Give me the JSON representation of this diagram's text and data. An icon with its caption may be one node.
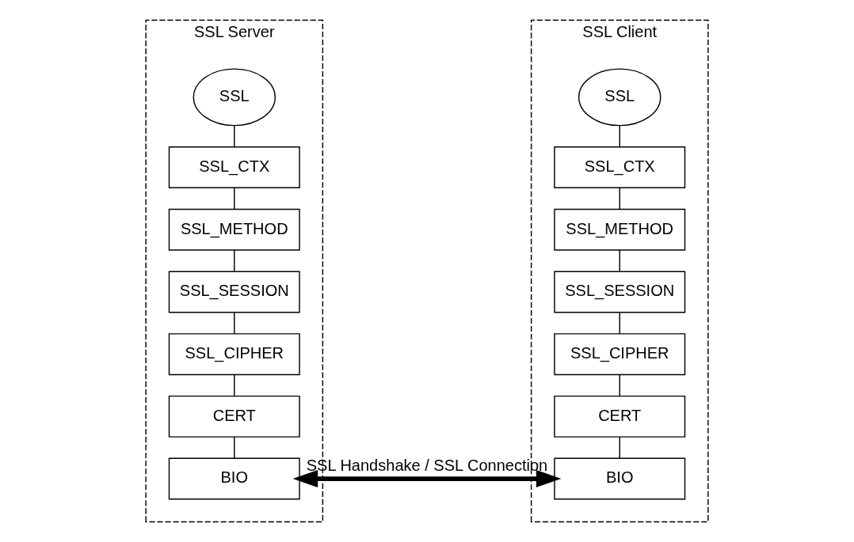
{
  "diagram": {
    "nodes": [
      {
        "text": [
          "SSL Server"
        ]
      },
      {
        "text": [
          "SSL"
        ],
        "in": 0
      },
      {
        "text": [
          "SSL_CTX"
        ],
        "in": 0
      },
      {
        "text": [
          "SSL_METHOD"
        ],
        "in": 0
      },
      {
        "text": [
          "SSL_SESSION"
        ],
        "in": 0
      },
      {
        "text": [
          "SSL_CIPHER"
        ],
        "in": 0
      },
      {
        "text": [
          "CERT"
        ],
        "in": 0
      },
      {
        "text": [
          "BIO"
        ],
        "in": 0
      },
      {
        "text": [
          "SSL Client"
        ]
      },
      {
        "text": [
          "SSL"
        ],
        "in": 8
      },
      {
        "text": [
          "SSL_CTX"
        ],
        "in": 8
      },
      {
        "text": [
          "SSL_METHOD"
        ],
        "in": 8
      },
      {
        "text": [
          "SSL_SESSION"
        ],
        "in": 8
      },
      {
        "text": [
          "SSL_CIPHER"
        ],
        "in": 8
      },
      {
        "text": [
          "CERT"
        ],
        "in": 8
      },
      {
        "text": [
          "BIO"
        ],
        "in": 8
      }
    ],
    "edges": [
      {
        "from": 1,
        "to": 2,
        "arrow": "none"
      },
      {
        "from": 2,
        "to": 3,
        "arrow": "none"
      },
      {
        "from": 3,
        "to": 4,
        "arrow": "none"
      },
      {
        "from": 4,
        "to": 5,
        "arrow": "none"
      },
      {
        "from": 5,
        "to": 6,
        "arrow": "none"
      },
      {
        "from": 6,
        "to": 7,
        "arrow": "none"
      },
      {
        "from": 9,
        "to": 10,
        "arrow": "none"
      },
      {
        "from": 10,
        "to": 11,
        "arrow": "none"
      },
      {
        "from": 11,
        "to": 12,
        "arrow": "none"
      },
      {
        "from": 12,
        "to": 13,
        "arrow": "none"
      },
      {
        "from": 13,
        "to": 14,
        "arrow": "none"
      },
      {
        "from": 14,
        "to": 15,
        "arrow": "none"
      },
      {
        "from": 7,
        "to": 15,
        "arrow": "both",
        "label": "SSL Handshake / SSL Connection",
        "style": "thick"
      }
    ]
  }
}
